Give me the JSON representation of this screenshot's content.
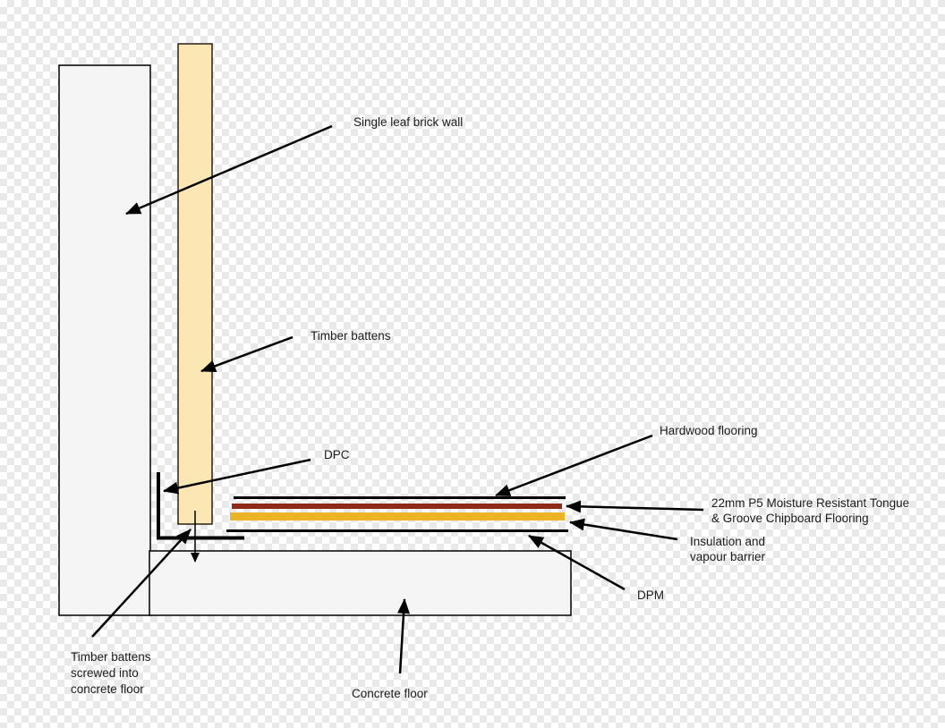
{
  "labels": {
    "brick_wall": "Single leaf brick wall",
    "timber_battens": "Timber battens",
    "dpc": "DPC",
    "hardwood_flooring": "Hardwood flooring",
    "chipboard_line1": "22mm P5 Moisture Resistant Tongue",
    "chipboard_line2": "& Groove Chipboard Flooring",
    "insulation_line1": "Insulation and",
    "insulation_line2": "vapour barrier",
    "dpm": "DPM",
    "battens_screwed_line1": "Timber battens",
    "battens_screwed_line2": "screwed into",
    "battens_screwed_line3": "concrete floor",
    "concrete_floor": "Concrete floor"
  },
  "colors": {
    "wall_fill": "#F5F5F5",
    "floor_fill": "#F5F5F5",
    "batten_fill": "#FAE7B3",
    "chipboard_stripe": "#8E2A15",
    "insulation_stripe": "#ECB425",
    "outline": "#000000",
    "checker": "#E9E9E9"
  }
}
